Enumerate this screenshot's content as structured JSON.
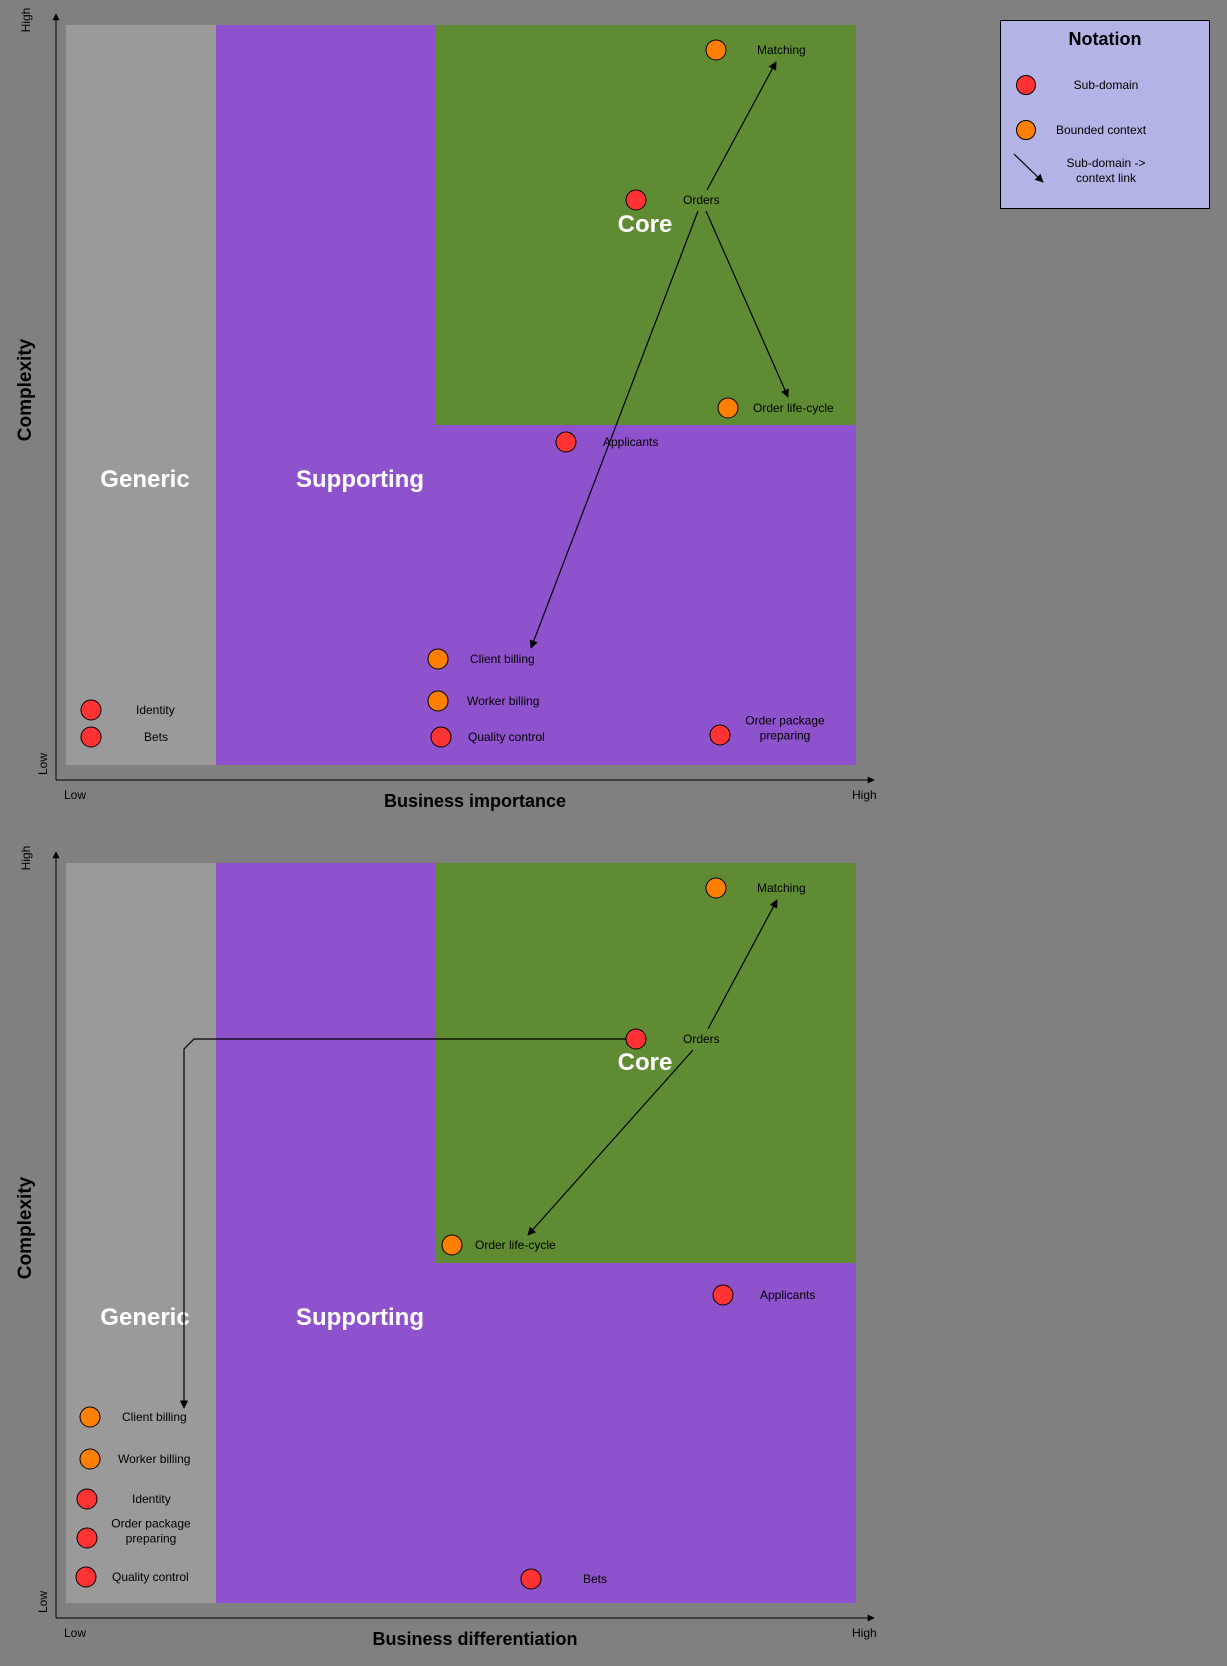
{
  "colors": {
    "background": "#808080",
    "generic": "#9a9a9a",
    "supporting": "#8e52cc",
    "core": "#5f8c33",
    "subdomain": "#ff3333",
    "bounded_context": "#ff8000",
    "notation_bg": "#b3b3e6"
  },
  "notation": {
    "title": "Notation",
    "subdomain_label": "Sub-domain",
    "bounded_context_label": "Bounded context",
    "link_label": "Sub-domain -> context link"
  },
  "charts": [
    {
      "id": "importance",
      "y_axis_label": "Complexity",
      "y_high": "High",
      "y_low": "Low",
      "x_axis_label": "Business importance",
      "x_low": "Low",
      "x_high": "High",
      "zones": {
        "generic": "Generic",
        "supporting": "Supporting",
        "core": "Core"
      },
      "nodes": [
        {
          "id": "matching",
          "label": "Matching",
          "kind": "bounded_context"
        },
        {
          "id": "orders",
          "label": "Orders",
          "kind": "subdomain"
        },
        {
          "id": "order-life-cycle",
          "label": "Order life-cycle",
          "kind": "bounded_context"
        },
        {
          "id": "applicants",
          "label": "Applicants",
          "kind": "subdomain"
        },
        {
          "id": "client-billing",
          "label": "Client billing",
          "kind": "bounded_context"
        },
        {
          "id": "worker-billing",
          "label": "Worker billing",
          "kind": "bounded_context"
        },
        {
          "id": "quality-control",
          "label": "Quality control",
          "kind": "subdomain"
        },
        {
          "id": "order-package-preparing",
          "label": "Order package\npreparing",
          "kind": "subdomain"
        },
        {
          "id": "identity",
          "label": "Identity",
          "kind": "subdomain"
        },
        {
          "id": "bets",
          "label": "Bets",
          "kind": "subdomain"
        }
      ],
      "links": [
        {
          "from": "orders",
          "to": "matching"
        },
        {
          "from": "orders",
          "to": "order-life-cycle"
        },
        {
          "from": "orders",
          "to": "client-billing"
        }
      ]
    },
    {
      "id": "differentiation",
      "y_axis_label": "Complexity",
      "y_high": "High",
      "y_low": "Low",
      "x_axis_label": "Business differentiation",
      "x_low": "Low",
      "x_high": "High",
      "zones": {
        "generic": "Generic",
        "supporting": "Supporting",
        "core": "Core"
      },
      "nodes": [
        {
          "id": "matching",
          "label": "Matching",
          "kind": "bounded_context"
        },
        {
          "id": "orders",
          "label": "Orders",
          "kind": "subdomain"
        },
        {
          "id": "order-life-cycle",
          "label": "Order life-cycle",
          "kind": "bounded_context"
        },
        {
          "id": "applicants",
          "label": "Applicants",
          "kind": "subdomain"
        },
        {
          "id": "client-billing",
          "label": "Client billing",
          "kind": "bounded_context"
        },
        {
          "id": "worker-billing",
          "label": "Worker billing",
          "kind": "bounded_context"
        },
        {
          "id": "identity",
          "label": "Identity",
          "kind": "subdomain"
        },
        {
          "id": "order-package-preparing",
          "label": "Order package\npreparing",
          "kind": "subdomain"
        },
        {
          "id": "quality-control",
          "label": "Quality control",
          "kind": "subdomain"
        },
        {
          "id": "bets",
          "label": "Bets",
          "kind": "subdomain"
        }
      ],
      "links": [
        {
          "from": "orders",
          "to": "matching"
        },
        {
          "from": "orders",
          "to": "order-life-cycle"
        },
        {
          "from": "orders",
          "to": "client-billing"
        }
      ]
    }
  ]
}
